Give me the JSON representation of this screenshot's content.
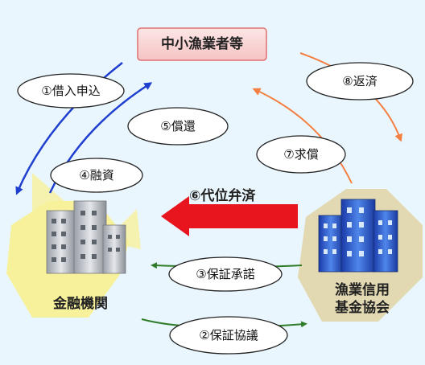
{
  "nodes": {
    "sme": "中小漁業者等",
    "bank": "金融機関",
    "guarantor_line1": "漁業信用",
    "guarantor_line2": "基金協会"
  },
  "steps": [
    {
      "no": "①",
      "label": "借入申込"
    },
    {
      "no": "②",
      "label": "保証協議"
    },
    {
      "no": "③",
      "label": "保証承諾"
    },
    {
      "no": "④",
      "label": "融資"
    },
    {
      "no": "⑤",
      "label": "償還"
    },
    {
      "no": "⑥",
      "label": "代位弁済"
    },
    {
      "no": "⑦",
      "label": "求償"
    },
    {
      "no": "⑧",
      "label": "返済"
    }
  ],
  "colors": {
    "background": "#eaf6fd",
    "sme_box_fill": "#fbd3d3",
    "sme_box_border": "#e07070",
    "blue_arrow": "#1f3fd0",
    "orange_arrow": "#f47f43",
    "green_arrow": "#2f7d2a",
    "red_arrow": "#e8141e",
    "bank_glow": "#f7f19b",
    "guarantor_glow": "#e2d9b2"
  },
  "icons": {
    "bank": "gray-office-buildings-icon",
    "guarantor": "blue-office-buildings-icon"
  }
}
